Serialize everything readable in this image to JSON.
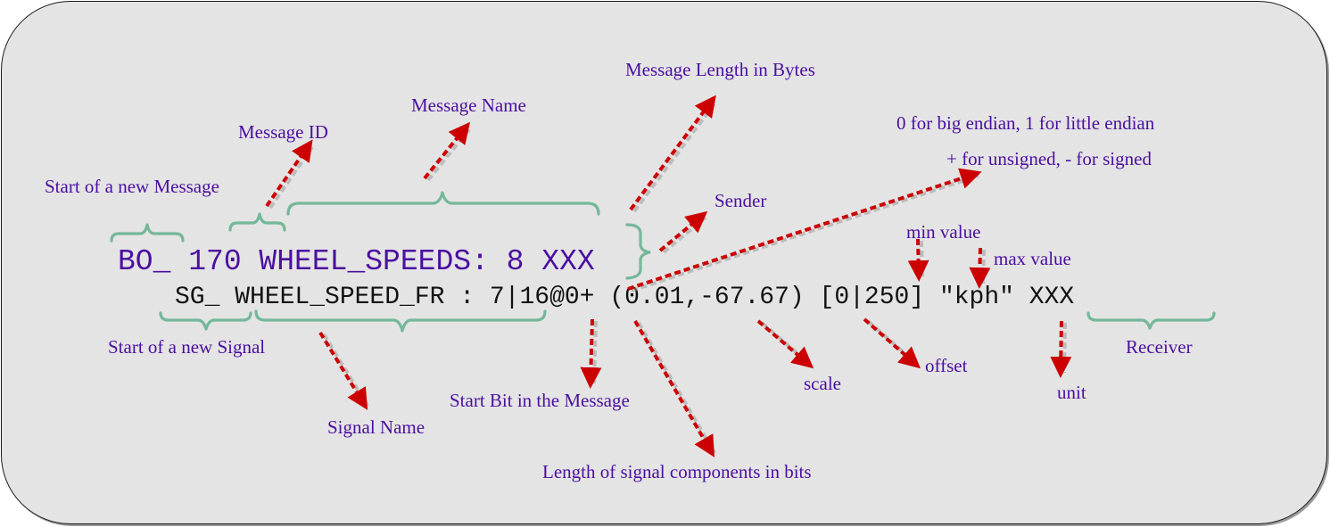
{
  "code": {
    "message_line": "BO_ 170 WHEEL_SPEEDS: 8 XXX",
    "signal_line": "SG_ WHEEL_SPEED_FR : 7|16@0+ (0.01,-67.67) [0|250] \"kph\" XXX"
  },
  "labels": {
    "start_message": "Start of a new Message",
    "message_id": "Message ID",
    "message_name": "Message Name",
    "message_length": "Message Length in Bytes",
    "sender": "Sender",
    "endian": "0 for big endian, 1 for little endian",
    "signed": "+ for unsigned, - for signed",
    "min_value": "min value",
    "max_value": "max value",
    "start_signal": "Start of a new Signal",
    "signal_name": "Signal Name",
    "start_bit": "Start Bit in the Message",
    "length_bits": "Length of signal components in bits",
    "scale": "scale",
    "offset": "offset",
    "unit": "unit",
    "receiver": "Receiver"
  },
  "colors": {
    "panel_background": "#e4e4e4",
    "message_text": "#4b0fa0",
    "signal_text": "#111111",
    "label_text": "#4b0fa0",
    "brace": "#74b899",
    "arrow": "#cc0000"
  }
}
